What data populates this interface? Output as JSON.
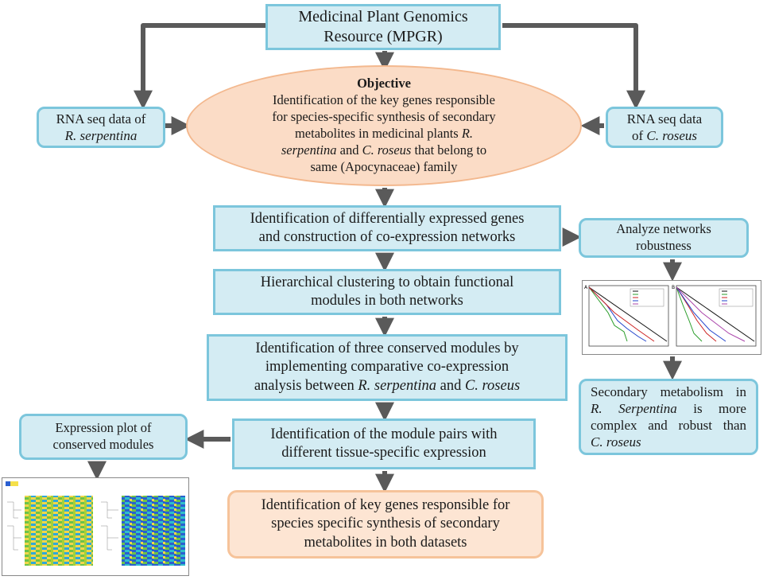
{
  "mpgr": {
    "line1": "Medicinal Plant Genomics",
    "line2": "Resource (MPGR)"
  },
  "objective": {
    "heading": "Objective",
    "l1": "Identification of the key genes responsible",
    "l2": "for species-specific synthesis of secondary",
    "l3a": "metabolites in medicinal plants ",
    "l3b": "R.",
    "l4a": "serpentina",
    "l4b": " and ",
    "l4c": "C. roseus",
    "l4d": " that belong to",
    "l5": "same (Apocynaceae) family"
  },
  "rna_left": {
    "line1": "RNA seq data of",
    "line2": "R. serpentina"
  },
  "rna_right": {
    "line1": "RNA seq data",
    "line2a": "of ",
    "line2b": "C. roseus"
  },
  "step1": {
    "line1": "Identification of differentially expressed genes",
    "line2": "and construction of co-expression networks"
  },
  "step2": {
    "line1": "Hierarchical clustering to obtain functional",
    "line2": "modules in both networks"
  },
  "step3": {
    "line1": "Identification of three conserved modules by",
    "line2": "implementing comparative co-expression",
    "line3a": "analysis between ",
    "line3b": "R. serpentina",
    "line3c": " and ",
    "line3d": "C. roseus"
  },
  "step4": {
    "line1": "Identification of the module pairs with",
    "line2": "different tissue-specific expression"
  },
  "final": {
    "line1": "Identification of key genes responsible for",
    "line2": "species specific synthesis of secondary",
    "line3": "metabolites in both datasets"
  },
  "robust": {
    "line1": "Analyze networks",
    "line2": "robustness"
  },
  "secondary": {
    "line1": "Secondary metabolism in",
    "line2": "R. Serpentina",
    "line2b": " is more",
    "line3": "complex and robust than",
    "line4": "C. roseus"
  },
  "expr": {
    "line1": "Expression plot of",
    "line2": "conserved modules"
  },
  "colors": {
    "box_fill": "#d4ecf3",
    "box_border": "#7cc6dc",
    "orange_fill": "#fde5d3",
    "orange_border": "#f6c39a",
    "arrow": "#5a5a5a"
  }
}
